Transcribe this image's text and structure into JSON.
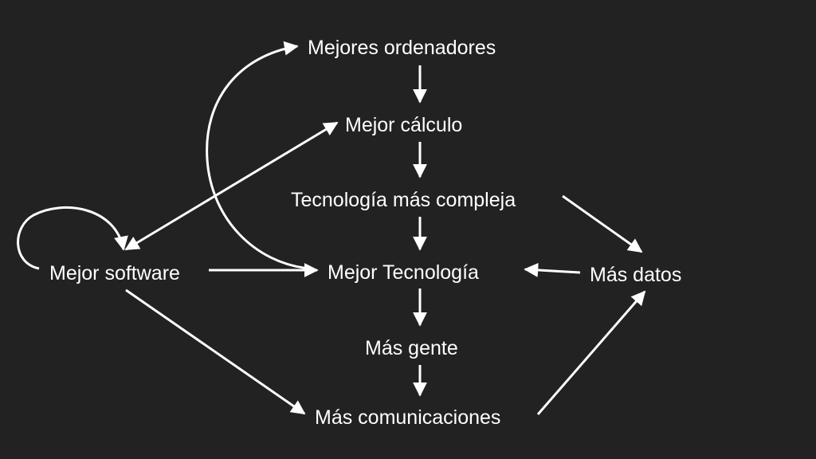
{
  "colors": {
    "background": "#222222",
    "foreground": "#ffffff"
  },
  "nodes": {
    "mejores_ordenadores": "Mejores ordenadores",
    "mejor_calculo": "Mejor cálculo",
    "tecnologia_compleja": "Tecnología más compleja",
    "mejor_software": "Mejor software",
    "mejor_tecnologia": "Mejor Tecnología",
    "mas_datos": "Más datos",
    "mas_gente": "Más gente",
    "mas_comunicaciones": "Más comunicaciones"
  },
  "edges": [
    {
      "from": "mejores_ordenadores",
      "to": "mejor_calculo"
    },
    {
      "from": "mejor_calculo",
      "to": "tecnologia_compleja"
    },
    {
      "from": "tecnologia_compleja",
      "to": "mejor_tecnologia"
    },
    {
      "from": "mejor_tecnologia",
      "to": "mas_gente"
    },
    {
      "from": "mas_gente",
      "to": "mas_comunicaciones"
    },
    {
      "from": "mejor_software",
      "to": "mejor_calculo",
      "bidirectional": true
    },
    {
      "from": "mejor_software",
      "to": "mejor_tecnologia"
    },
    {
      "from": "mejor_software",
      "to": "mas_comunicaciones"
    },
    {
      "from": "mejor_software",
      "to": "mejor_software",
      "self_loop": true
    },
    {
      "from": "mejor_tecnologia",
      "to": "mejores_ordenadores"
    },
    {
      "from": "tecnologia_compleja",
      "to": "mas_datos"
    },
    {
      "from": "mas_datos",
      "to": "mejor_tecnologia"
    },
    {
      "from": "mas_comunicaciones",
      "to": "mas_datos"
    }
  ]
}
